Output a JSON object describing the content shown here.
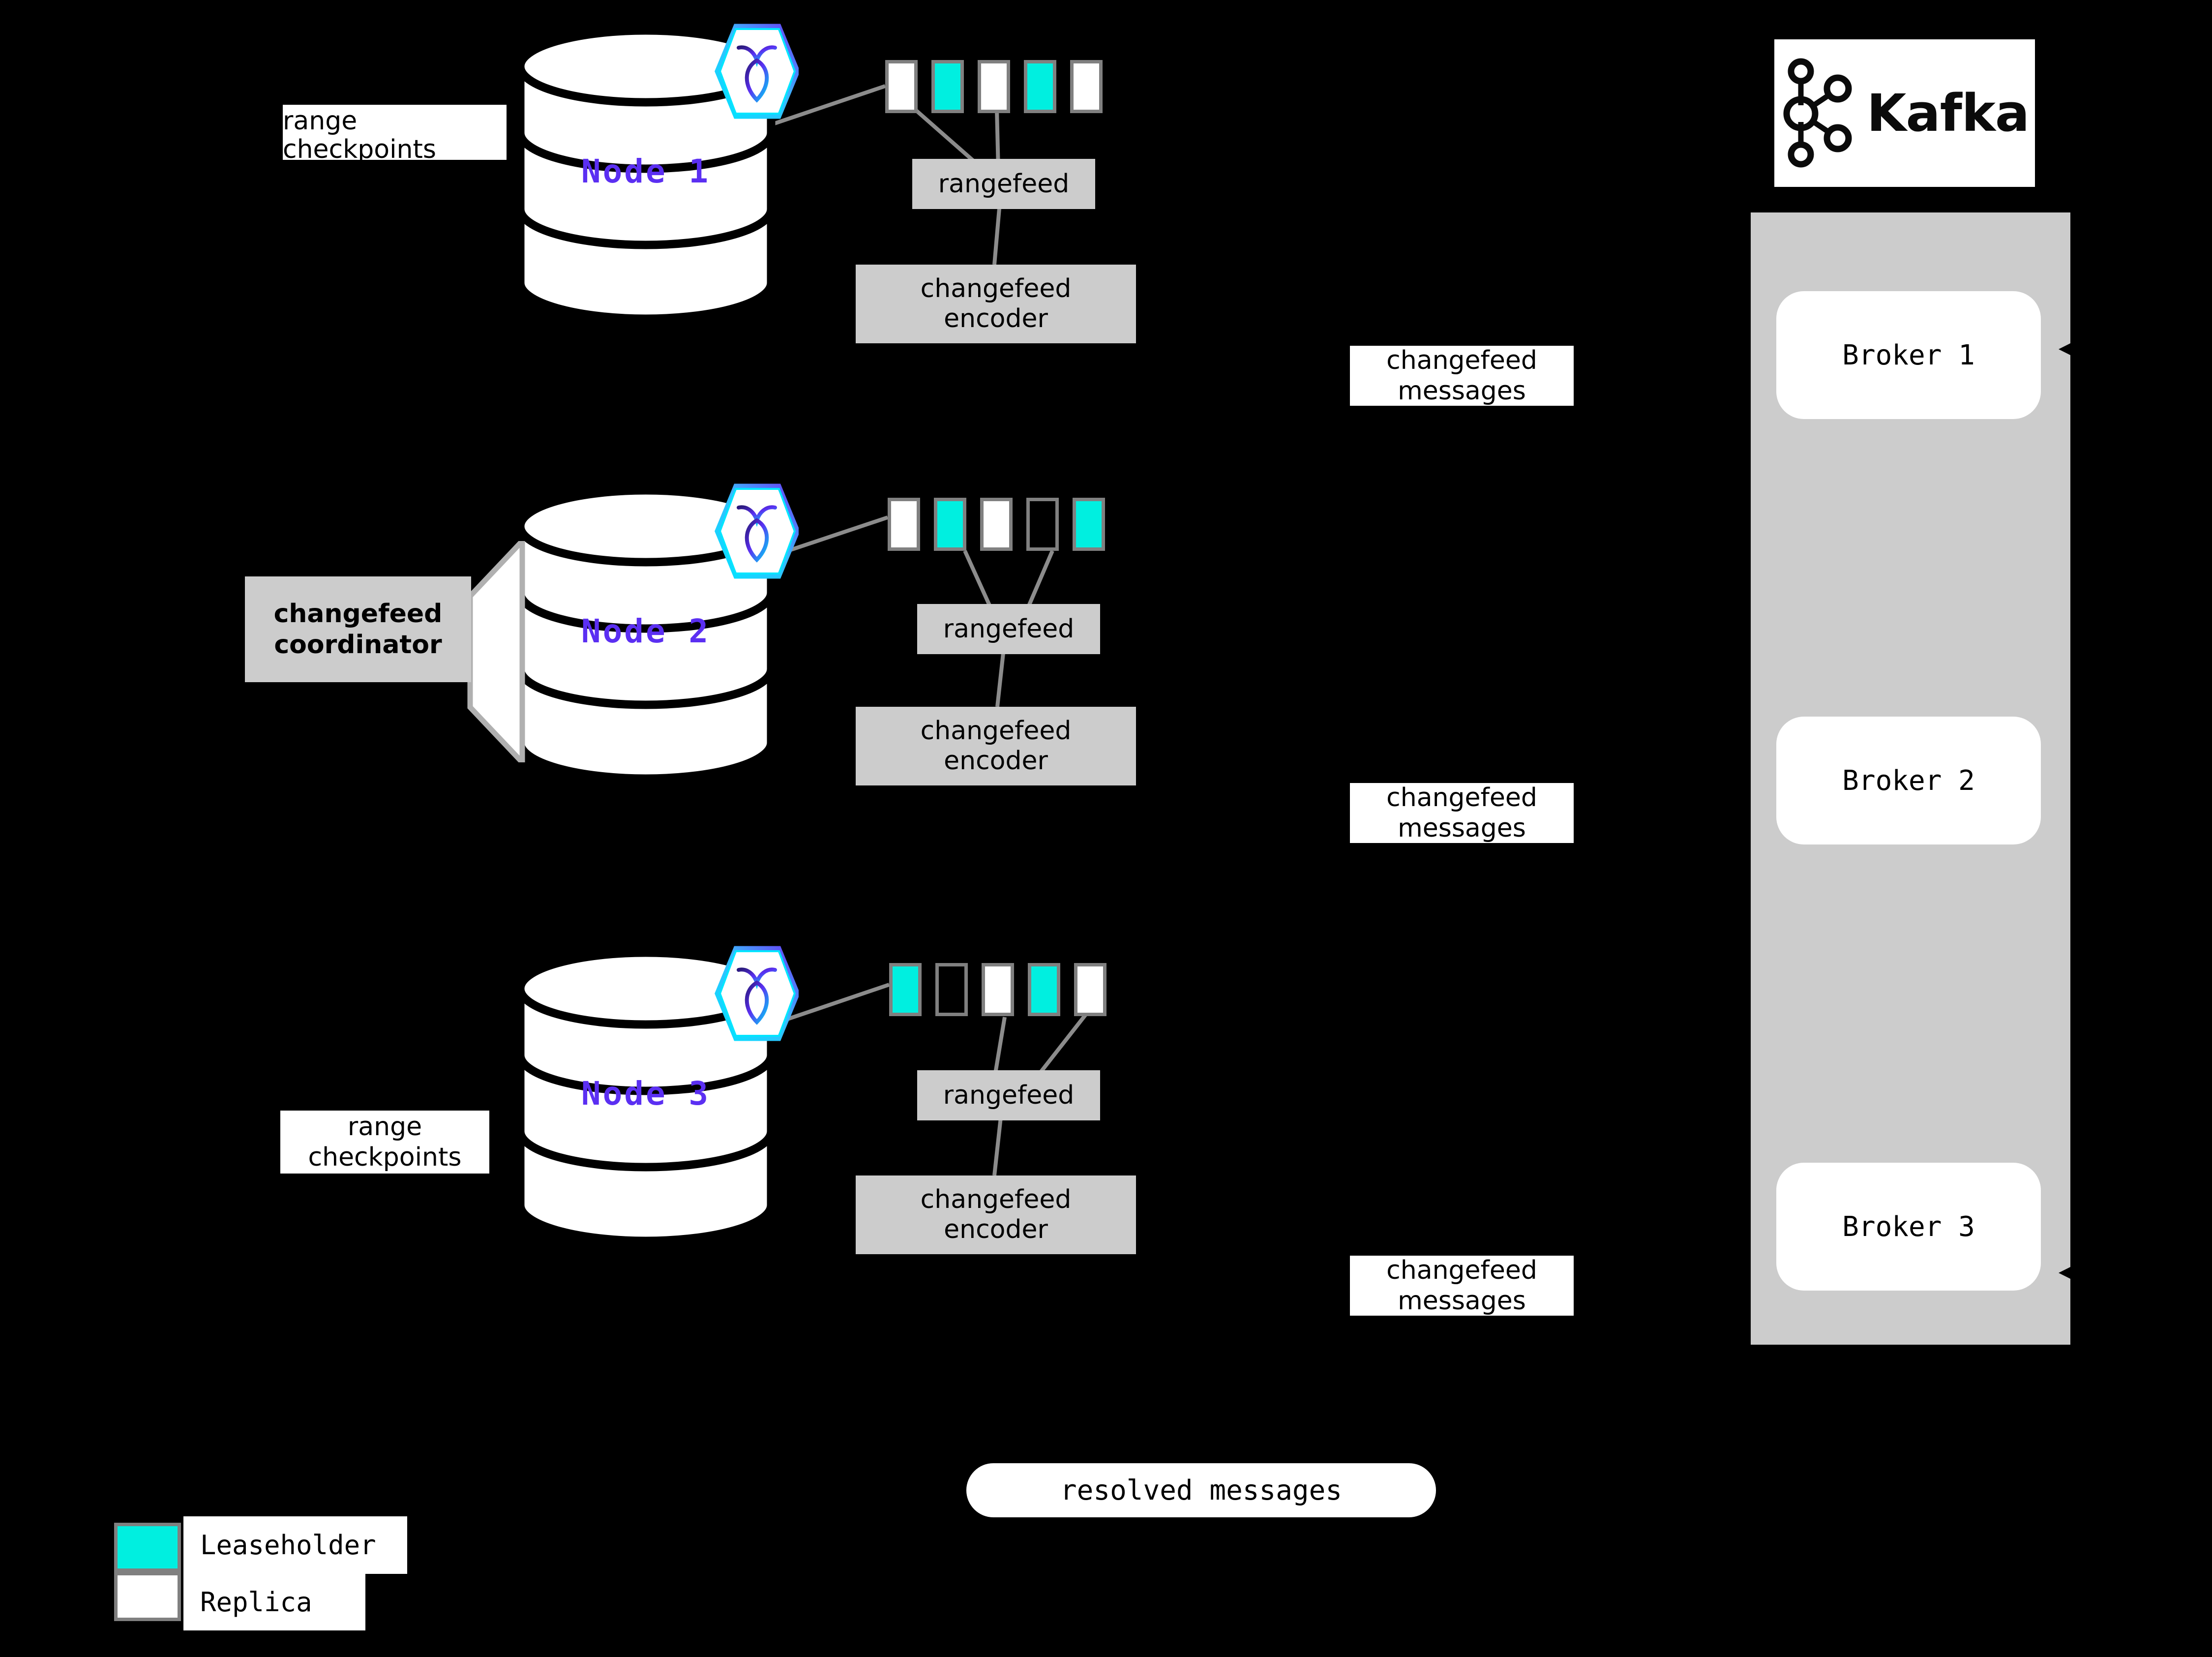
{
  "diagram": {
    "title": "CockroachDB changefeed to Kafka architecture",
    "background_color": "#000000",
    "accent_colors": {
      "leaseholder": "#00efe0",
      "replica": "#ffffff",
      "node_label": "#5b2ff2",
      "box_gray": "#cccccc",
      "border_gray": "#808080",
      "connector_gray": "#8c8c8c"
    }
  },
  "nodes": [
    {
      "name": "Node 1",
      "logo_icon": "cockroachdb-hexagon-icon",
      "ranges": [
        "replica",
        "leaseholder",
        "replica",
        "leaseholder",
        "replica"
      ],
      "rangefeed_label": "rangefeed",
      "encoder_label": "changefeed\nencoder",
      "encoder_line1": "changefeed",
      "encoder_line2": "encoder",
      "checkpoint_label_line1": "range",
      "checkpoint_label_line2": "checkpoints",
      "has_checkpoint_label": true,
      "has_coordinator": false
    },
    {
      "name": "Node 2",
      "logo_icon": "cockroachdb-hexagon-icon",
      "ranges": [
        "replica",
        "leaseholder",
        "replica",
        "empty",
        "leaseholder"
      ],
      "rangefeed_label": "rangefeed",
      "encoder_label": "changefeed\nencoder",
      "encoder_line1": "changefeed",
      "encoder_line2": "encoder",
      "checkpoint_label_line1": "",
      "checkpoint_label_line2": "",
      "has_checkpoint_label": false,
      "has_coordinator": true,
      "coordinator_line1": "changefeed",
      "coordinator_line2": "coordinator"
    },
    {
      "name": "Node 3",
      "logo_icon": "cockroachdb-hexagon-icon",
      "ranges": [
        "leaseholder",
        "empty",
        "replica",
        "leaseholder",
        "replica"
      ],
      "rangefeed_label": "rangefeed",
      "encoder_label": "changefeed\nencoder",
      "encoder_line1": "changefeed",
      "encoder_line2": "encoder",
      "checkpoint_label_line1": "range",
      "checkpoint_label_line2": "checkpoints",
      "has_checkpoint_label": true,
      "has_coordinator": false
    }
  ],
  "messages": [
    {
      "line1": "changefeed",
      "line2": "messages"
    },
    {
      "line1": "changefeed",
      "line2": "messages"
    },
    {
      "line1": "changefeed",
      "line2": "messages"
    }
  ],
  "resolved": {
    "label": "resolved messages"
  },
  "kafka": {
    "wordmark": "Kafka",
    "logo_icon": "kafka-logo-icon",
    "brokers": [
      {
        "label": "Broker 1"
      },
      {
        "label": "Broker 2"
      },
      {
        "label": "Broker 3"
      }
    ]
  },
  "legend": {
    "items": [
      {
        "swatch": "leaseholder",
        "label": "Leaseholder",
        "color": "#00efe0"
      },
      {
        "swatch": "replica",
        "label": "Replica",
        "color": "#ffffff"
      }
    ]
  }
}
